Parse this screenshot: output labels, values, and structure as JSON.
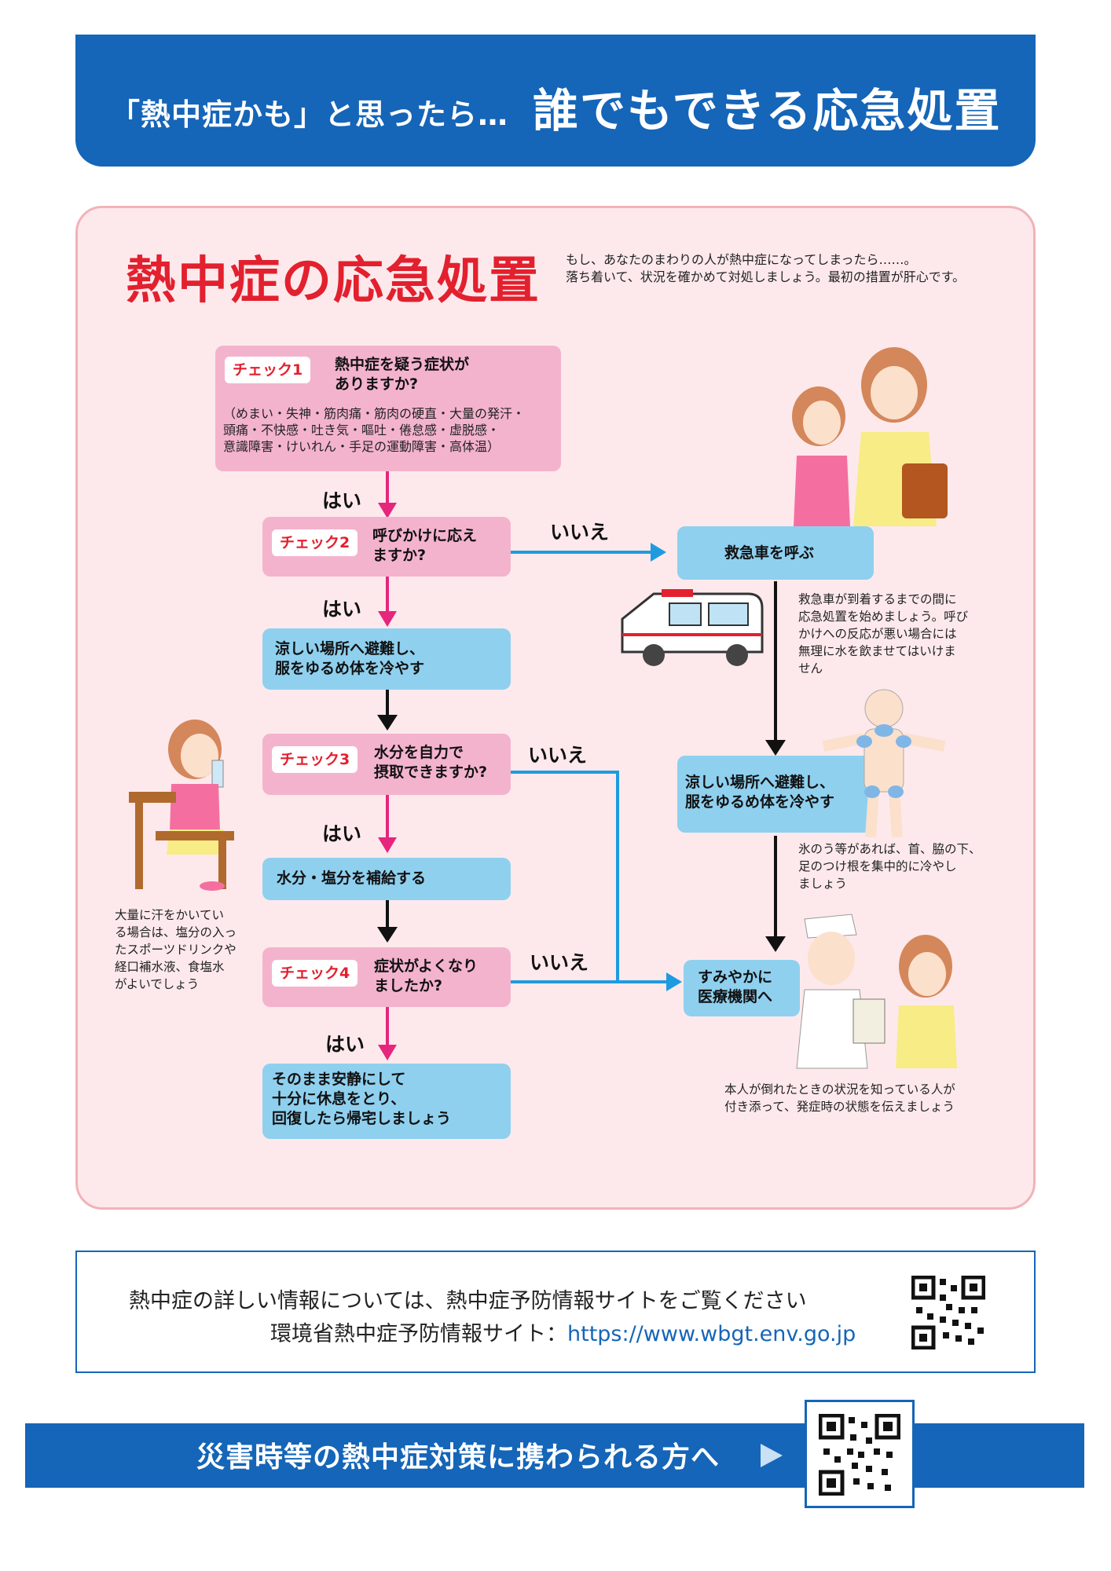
{
  "header": {
    "prefix": "「熱中症かも」と思ったら…",
    "main": "誰でもできる応急処置"
  },
  "panel": {
    "title": "熱中症の応急処置",
    "intro": "もし、あなたのまわりの人が熱中症になってしまったら……。\n落ち着いて、状況を確かめて対処しましょう。最初の措置が肝心です。"
  },
  "flow": {
    "check1": {
      "tag": "チェック1",
      "question": "熱中症を疑う症状が\nありますか?",
      "detail": "（めまい・失神・筋肉痛・筋肉の硬直・大量の発汗・\n頭痛・不快感・吐き気・嘔吐・倦怠感・虚脱感・\n意識障害・けいれん・手足の運動障害・高体温）"
    },
    "check2": {
      "tag": "チェック2",
      "question": "呼びかけに応え\nますか?"
    },
    "step_cool": "涼しい場所へ避難し、\n服をゆるめ体を冷やす",
    "check3": {
      "tag": "チェック3",
      "question": "水分を自力で\n摂取できますか?"
    },
    "step_water": "水分・塩分を補給する",
    "check4": {
      "tag": "チェック4",
      "question": "症状がよくなり\nましたか?"
    },
    "step_rest": "そのまま安静にして\n十分に休息をとり、\n回復したら帰宅しましょう",
    "call_ambulance": "救急車を呼ぶ",
    "ambulance_note": "救急車が到着するまでの間に\n応急処置を始めましょう。呼び\nかけへの反応が悪い場合には\n無理に水を飲ませてはいけま\nせん",
    "step_cool_right": "涼しい場所へ避難し、\n服をゆるめ体を冷やす",
    "ice_note": "氷のう等があれば、首、脇の下、\n足のつけ根を集中的に冷やし\nましょう",
    "hospital": "すみやかに\n医療機関へ",
    "hospital_note": "本人が倒れたときの状況を知っている人が\n付き添って、発症時の状態を伝えましょう",
    "sweat_note": "大量に汗をかいてい\nる場合は、塩分の入っ\nたスポーツドリンクや\n経口補水液、食塩水\nがよいでしょう",
    "yes": "はい",
    "no": "いいえ"
  },
  "info": {
    "line1": "熱中症の詳しい情報については、熱中症予防情報サイトをご覧ください",
    "line2_prefix": "環境省熱中症予防情報サイト：",
    "url": "https://www.wbgt.env.go.jp"
  },
  "banner": {
    "text": "災害時等の熱中症対策に携わられる方へ"
  },
  "colors": {
    "brand_blue": "#1565b8",
    "title_red": "#e3202e",
    "panel_pink": "#fde9ec",
    "check_pink": "#f4b3cd",
    "action_blue": "#8fd0ef",
    "arrow_magenta": "#e6267d",
    "arrow_cyan": "#1e9be0"
  }
}
